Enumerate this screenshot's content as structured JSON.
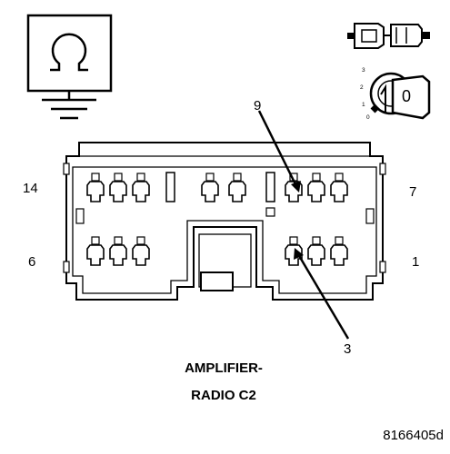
{
  "diagram": {
    "pin_labels": {
      "top_left": "14",
      "top_right": "7",
      "bottom_left": "6",
      "bottom_right": "1"
    },
    "callouts": {
      "upper": "9",
      "lower": "3"
    },
    "caption": {
      "line1": "AMPLIFIER-",
      "line2": "RADIO C2"
    },
    "figure_id": "8166405d",
    "icons": {
      "resistance": "ohmmeter-ground-icon",
      "connector": "connector-plug-icon",
      "ignition": "ignition-key-icon"
    },
    "ignition_positions": [
      "3",
      "2",
      "1",
      "0"
    ],
    "key_label": "0"
  }
}
